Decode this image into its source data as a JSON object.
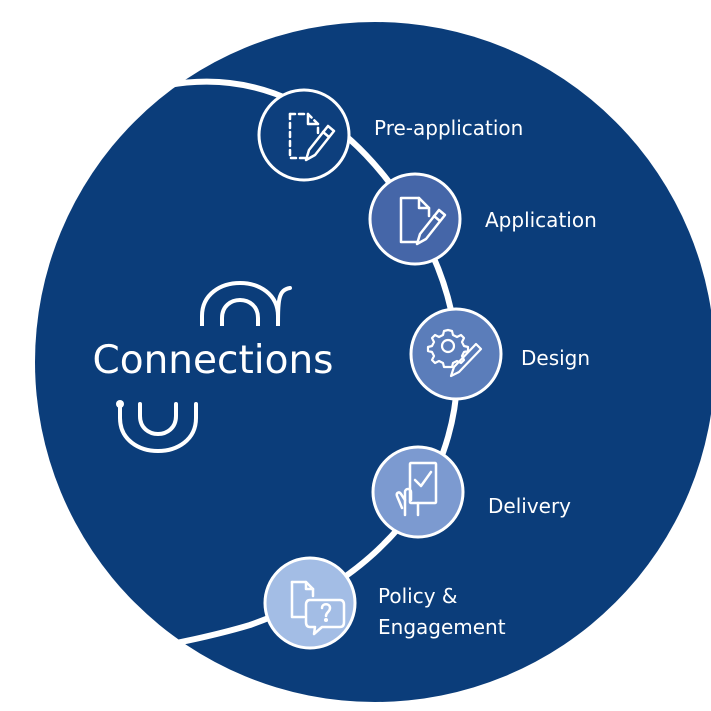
{
  "brand": {
    "title": "Connections"
  },
  "stages": [
    {
      "label_line1": "Pre-application",
      "label_line2": "",
      "icon": "document-dashed-pencil-icon"
    },
    {
      "label_line1": "Application",
      "label_line2": "",
      "icon": "document-pencil-icon"
    },
    {
      "label_line1": "Design",
      "label_line2": "",
      "icon": "gear-pencil-icon"
    },
    {
      "label_line1": "Delivery",
      "label_line2": "",
      "icon": "hand-checklist-icon"
    },
    {
      "label_line1": "Policy &",
      "label_line2": "Engagement",
      "icon": "documents-question-icon"
    }
  ],
  "colors": {
    "background": "#0b3d7a",
    "stage_1": "#0d3f7d",
    "stage_2": "#4566a8",
    "stage_3": "#5b7dba",
    "stage_4": "#7c9ad0",
    "stage_5": "#a3bde5",
    "line": "#ffffff"
  }
}
